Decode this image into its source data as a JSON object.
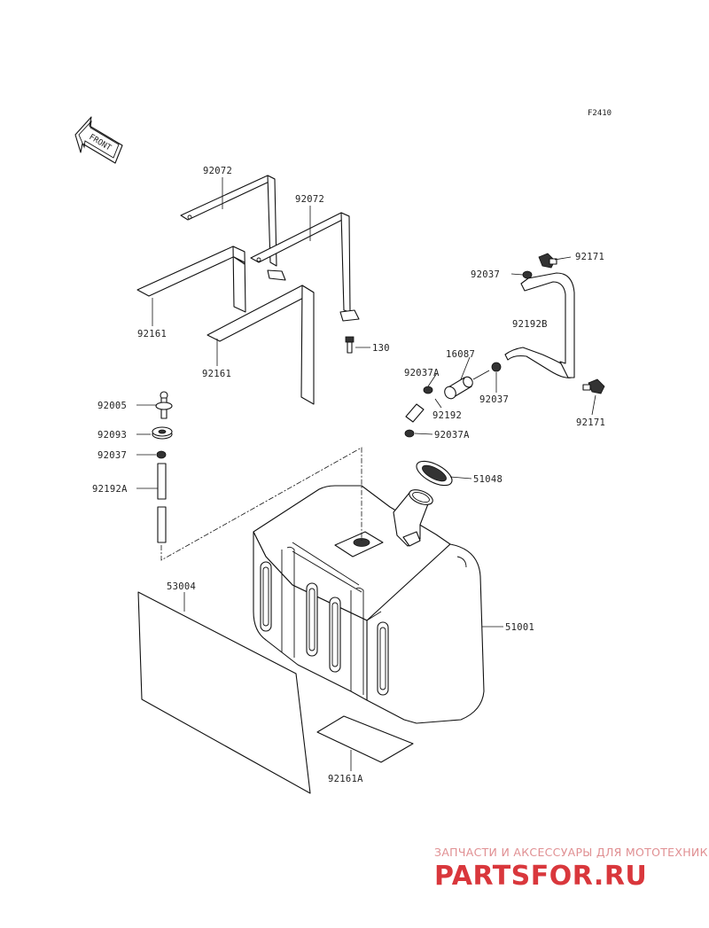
{
  "figure_code": "F2410",
  "front_label": "FRONT",
  "parts": {
    "strap_upper_a": "92072",
    "strap_upper_b": "92072",
    "strap_lower_a": "92161",
    "strap_lower_b": "92161",
    "bolt": "130",
    "fuel_filter": "16087",
    "clamp_filter": "92037A",
    "hose_short": "92192",
    "clamp_hose": "92037",
    "clamp_tank": "92037A",
    "clamp_top": "92037",
    "breather_hose": "92192B",
    "clip_top": "92171",
    "clip_bottom": "92171",
    "cap": "51048",
    "tank": "51001",
    "valve": "92005",
    "grommet": "92093",
    "clamp_left": "92037",
    "hose_left": "92192A",
    "side_panel": "53004",
    "pad": "92161A"
  },
  "watermark": {
    "caption": "ЗАПЧАСТИ И АКСЕССУАРЫ ДЛЯ МОТОТЕХНИКИ",
    "logo": "PARTSFOR.RU"
  }
}
